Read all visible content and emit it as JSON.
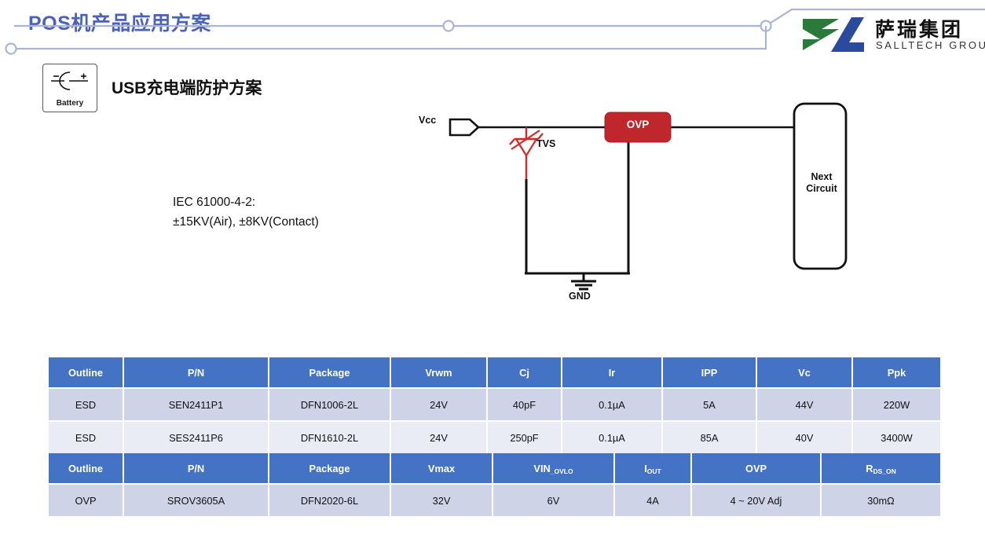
{
  "header": {
    "title": "POS机产品应用方案",
    "title_color": "#4a62b8",
    "logo": {
      "name": "salltech-group-logo",
      "cn_text": "萨瑞集团",
      "en_text": "SALLTECH GROUP",
      "green": "#2a7a3c",
      "blue": "#2a4a9e"
    }
  },
  "section": {
    "icon_caption": "Battery",
    "icon_name": "battery-symbol-icon",
    "title": "USB充电端防护方案"
  },
  "spec": {
    "line1": "IEC 61000-4-2:",
    "line2": "±15KV(Air), ±8KV(Contact)"
  },
  "circuit": {
    "vcc_label": "Vcc",
    "tvs_label": "TVS",
    "gnd_label": "GND",
    "ovp_label": "OVP",
    "ovp_color": "#c0272d",
    "tvs_color": "#d12b2b",
    "next_circuit_label": "Next\nCircuit",
    "next_circuit_line1": "Next",
    "next_circuit_line2": "Circuit"
  },
  "tables": {
    "header_bg": "#4472c4",
    "row_a_bg": "#ced3e8",
    "row_b_bg": "#e9ebf5",
    "esd": {
      "columns": [
        "Outline",
        "P/N",
        "Package",
        "Vrwm",
        "Cj",
        "Ir",
        "IPP",
        "Vc",
        "Ppk"
      ],
      "rows": [
        [
          "ESD",
          "SEN2411P1",
          "DFN1006-2L",
          "24V",
          "40pF",
          "0.1µA",
          "5A",
          "44V",
          "220W"
        ],
        [
          "ESD",
          "SES2411P6",
          "DFN1610-2L",
          "24V",
          "250pF",
          "0.1µA",
          "85A",
          "40V",
          "3400W"
        ]
      ]
    },
    "ovp": {
      "columns": [
        {
          "text": "Outline",
          "sub": ""
        },
        {
          "text": "P/N",
          "sub": ""
        },
        {
          "text": "Package",
          "sub": ""
        },
        {
          "text": "Vmax",
          "sub": ""
        },
        {
          "text": "VIN",
          "sub": "_OVLO"
        },
        {
          "text": "I",
          "sub": "OUT"
        },
        {
          "text": "OVP",
          "sub": ""
        },
        {
          "text": "R",
          "sub": "DS_ON"
        }
      ],
      "rows": [
        [
          "OVP",
          "SROV3605A",
          "DFN2020-6L",
          "32V",
          "6V",
          "4A",
          "4 ~ 20V Adj",
          "30mΩ"
        ]
      ]
    }
  }
}
